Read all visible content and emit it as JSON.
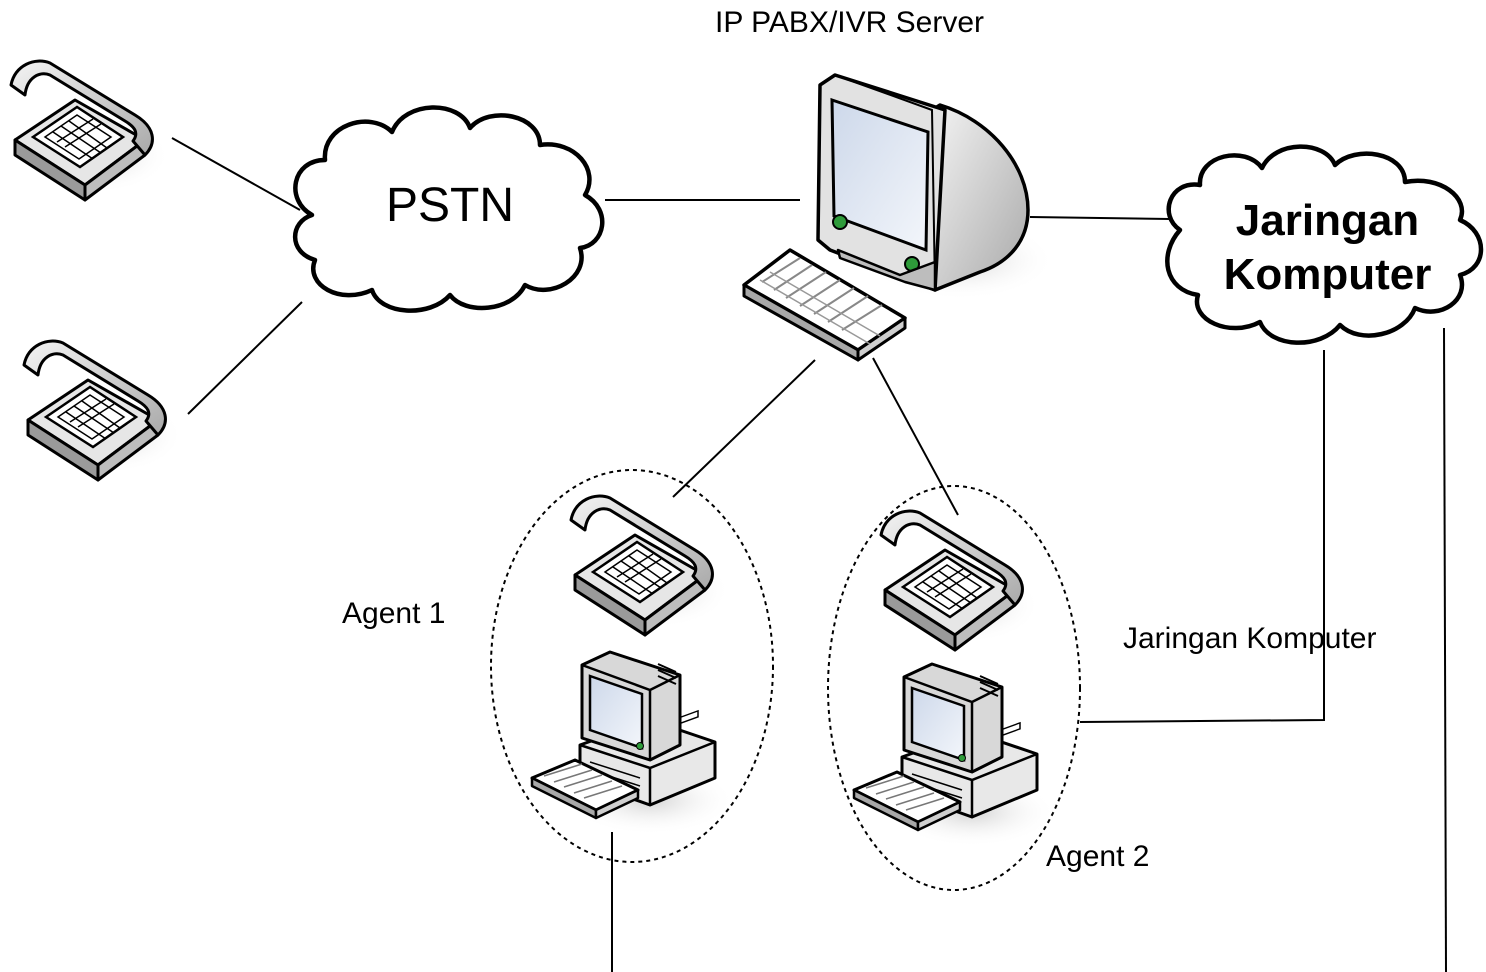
{
  "labels": {
    "server": "IP PABX/IVR Server",
    "pstn": "PSTN",
    "network_cloud_line1": "Jaringan",
    "network_cloud_line2": "Komputer",
    "network_label": "Jaringan Komputer",
    "agent1": "Agent 1",
    "agent2": "Agent 2"
  },
  "icons": {
    "customer_phones": "telephone-icon",
    "server": "crt-monitor-keyboard-icon",
    "agent_phones": "telephone-icon",
    "agent_workstations": "desktop-computer-icon",
    "clouds": "cloud-icon"
  },
  "colors": {
    "line": "#000000",
    "device_grey": "#d9d9d9",
    "screen": "#e8eef8",
    "led_green": "#2e9b3a"
  }
}
